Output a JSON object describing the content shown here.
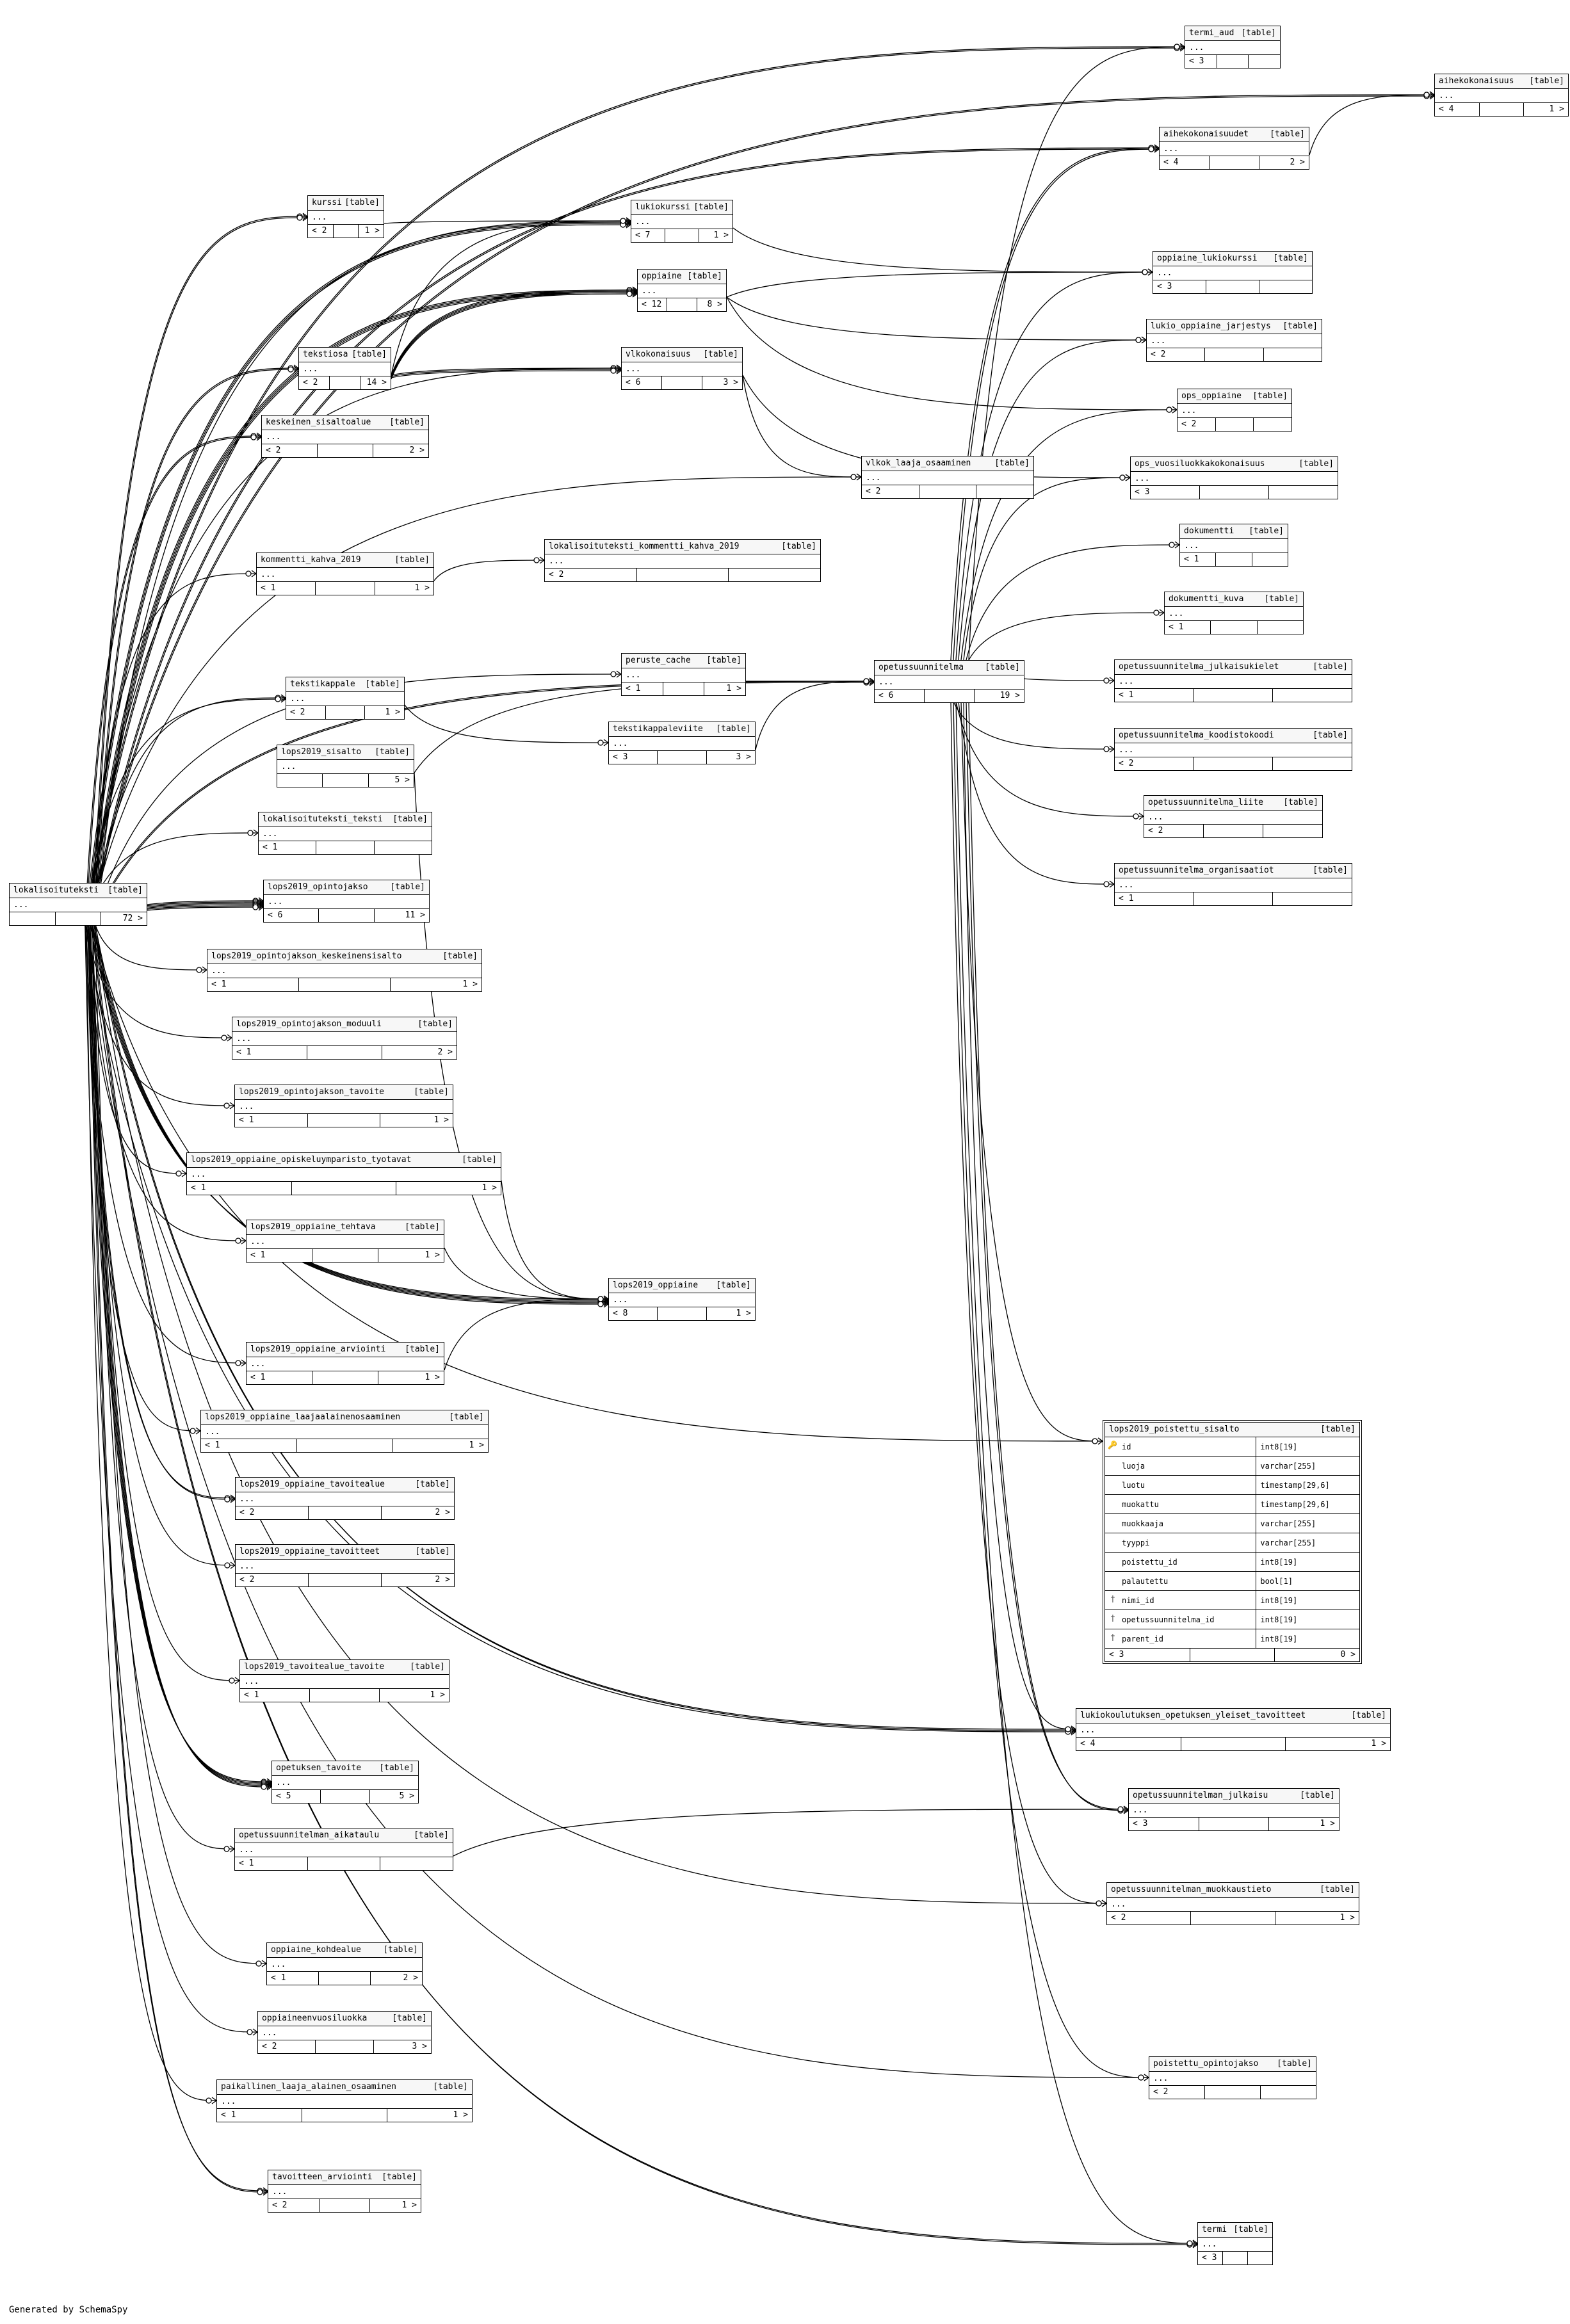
{
  "footer_text": "Generated by SchemaSpy",
  "table_badge": "[table]",
  "tables": [
    {
      "id": "termi_aud",
      "name": "termi_aud",
      "body": "...",
      "left": "< 3",
      "right": ""
    },
    {
      "id": "aihekokonaisuus",
      "name": "aihekokonaisuus",
      "body": "...",
      "left": "< 4",
      "right": "1 >"
    },
    {
      "id": "aihekokonaisuudet",
      "name": "aihekokonaisuudet",
      "body": "...",
      "left": "< 4",
      "right": "2 >"
    },
    {
      "id": "kurssi",
      "name": "kurssi",
      "body": "...",
      "left": "< 2",
      "right": "1 >"
    },
    {
      "id": "lukiokurssi",
      "name": "lukiokurssi",
      "body": "...",
      "left": "< 7",
      "right": "1 >"
    },
    {
      "id": "oppiaine",
      "name": "oppiaine",
      "body": "...",
      "left": "< 12",
      "right": "8 >"
    },
    {
      "id": "oppiaine_lukiokurssi",
      "name": "oppiaine_lukiokurssi",
      "body": "...",
      "left": "< 3",
      "right": ""
    },
    {
      "id": "lukio_oppiaine_jarjestys",
      "name": "lukio_oppiaine_jarjestys",
      "body": "...",
      "left": "< 2",
      "right": ""
    },
    {
      "id": "tekstiosa",
      "name": "tekstiosa",
      "body": "...",
      "left": "< 2",
      "right": "14 >"
    },
    {
      "id": "vlkokonaisuus",
      "name": "vlkokonaisuus",
      "body": "...",
      "left": "< 6",
      "right": "3 >"
    },
    {
      "id": "ops_oppiaine",
      "name": "ops_oppiaine",
      "body": "...",
      "left": "< 2",
      "right": ""
    },
    {
      "id": "keskeinen_sisaltoalue",
      "name": "keskeinen_sisaltoalue",
      "body": "...",
      "left": "< 2",
      "right": "2 >"
    },
    {
      "id": "vlkok_laaja_osaaminen",
      "name": "vlkok_laaja_osaaminen",
      "body": "...",
      "left": "< 2",
      "right": ""
    },
    {
      "id": "ops_vuosiluokkakokonaisuus",
      "name": "ops_vuosiluokkakokonaisuus",
      "body": "...",
      "left": "< 3",
      "right": ""
    },
    {
      "id": "dokumentti",
      "name": "dokumentti",
      "body": "...",
      "left": "< 1",
      "right": ""
    },
    {
      "id": "kommentti_kahva_2019",
      "name": "kommentti_kahva_2019",
      "body": "...",
      "left": "< 1",
      "right": "1 >"
    },
    {
      "id": "lokalisoituteksti_kommentti_kahva_2019",
      "name": "lokalisoituteksti_kommentti_kahva_2019",
      "body": "...",
      "left": "< 2",
      "right": ""
    },
    {
      "id": "dokumentti_kuva",
      "name": "dokumentti_kuva",
      "body": "...",
      "left": "< 1",
      "right": ""
    },
    {
      "id": "peruste_cache",
      "name": "peruste_cache",
      "body": "...",
      "left": "< 1",
      "right": "1 >"
    },
    {
      "id": "opetussuunnitelma",
      "name": "opetussuunnitelma",
      "body": "...",
      "left": "< 6",
      "right": "19 >"
    },
    {
      "id": "opetussuunnitelma_julkaisukielet",
      "name": "opetussuunnitelma_julkaisukielet",
      "body": "...",
      "left": "< 1",
      "right": ""
    },
    {
      "id": "tekstikappale",
      "name": "tekstikappale",
      "body": "...",
      "left": "< 2",
      "right": "1 >"
    },
    {
      "id": "tekstikappaleviite",
      "name": "tekstikappaleviite",
      "body": "...",
      "left": "< 3",
      "right": "3 >"
    },
    {
      "id": "opetussuunnitelma_koodistokoodi",
      "name": "opetussuunnitelma_koodistokoodi",
      "body": "...",
      "left": "< 2",
      "right": ""
    },
    {
      "id": "lops2019_sisalto",
      "name": "lops2019_sisalto",
      "body": "...",
      "left": "",
      "right": "5 >"
    },
    {
      "id": "opetussuunnitelma_liite",
      "name": "opetussuunnitelma_liite",
      "body": "...",
      "left": "< 2",
      "right": ""
    },
    {
      "id": "lokalisoituteksti_teksti",
      "name": "lokalisoituteksti_teksti",
      "body": "...",
      "left": "< 1",
      "right": ""
    },
    {
      "id": "opetussuunnitelma_organisaatiot",
      "name": "opetussuunnitelma_organisaatiot",
      "body": "...",
      "left": "< 1",
      "right": ""
    },
    {
      "id": "lokalisoituteksti",
      "name": "lokalisoituteksti",
      "body": "...",
      "left": "",
      "right": "72 >"
    },
    {
      "id": "lops2019_opintojakso",
      "name": "lops2019_opintojakso",
      "body": "...",
      "left": "< 6",
      "right": "11 >"
    },
    {
      "id": "lops2019_opintojakson_keskeinensisalto",
      "name": "lops2019_opintojakson_keskeinensisalto",
      "body": "...",
      "left": "< 1",
      "right": "1 >"
    },
    {
      "id": "lops2019_opintojakson_moduuli",
      "name": "lops2019_opintojakson_moduuli",
      "body": "...",
      "left": "< 1",
      "right": "2 >"
    },
    {
      "id": "lops2019_opintojakson_tavoite",
      "name": "lops2019_opintojakson_tavoite",
      "body": "...",
      "left": "< 1",
      "right": "1 >"
    },
    {
      "id": "lops2019_oppiaine_opiskeluymparisto_tyotavat",
      "name": "lops2019_oppiaine_opiskeluymparisto_tyotavat",
      "body": "...",
      "left": "< 1",
      "right": "1 >"
    },
    {
      "id": "lops2019_oppiaine_tehtava",
      "name": "lops2019_oppiaine_tehtava",
      "body": "...",
      "left": "< 1",
      "right": "1 >"
    },
    {
      "id": "lops2019_oppiaine",
      "name": "lops2019_oppiaine",
      "body": "...",
      "left": "< 8",
      "right": "1 >"
    },
    {
      "id": "lops2019_oppiaine_arviointi",
      "name": "lops2019_oppiaine_arviointi",
      "body": "...",
      "left": "< 1",
      "right": "1 >"
    },
    {
      "id": "lops2019_oppiaine_laajaalainenosaaminen",
      "name": "lops2019_oppiaine_laajaalainenosaaminen",
      "body": "...",
      "left": "< 1",
      "right": "1 >"
    },
    {
      "id": "lops2019_oppiaine_tavoitealue",
      "name": "lops2019_oppiaine_tavoitealue",
      "body": "...",
      "left": "< 2",
      "right": "2 >"
    },
    {
      "id": "lops2019_oppiaine_tavoitteet",
      "name": "lops2019_oppiaine_tavoitteet",
      "body": "...",
      "left": "< 2",
      "right": "2 >"
    },
    {
      "id": "lops2019_tavoitealue_tavoite",
      "name": "lops2019_tavoitealue_tavoite",
      "body": "...",
      "left": "< 1",
      "right": "1 >"
    },
    {
      "id": "lukiokoulutuksen_opetuksen_yleiset_tavoitteet",
      "name": "lukiokoulutuksen_opetuksen_yleiset_tavoitteet",
      "body": "...",
      "left": "< 4",
      "right": "1 >"
    },
    {
      "id": "opetuksen_tavoite",
      "name": "opetuksen_tavoite",
      "body": "...",
      "left": "< 5",
      "right": "5 >"
    },
    {
      "id": "opetussuunnitelman_julkaisu",
      "name": "opetussuunnitelman_julkaisu",
      "body": "...",
      "left": "< 3",
      "right": "1 >"
    },
    {
      "id": "opetussuunnitelman_aikataulu",
      "name": "opetussuunnitelman_aikataulu",
      "body": "...",
      "left": "< 1",
      "right": ""
    },
    {
      "id": "opetussuunnitelman_muokkaustieto",
      "name": "opetussuunnitelman_muokkaustieto",
      "body": "...",
      "left": "< 2",
      "right": "1 >"
    },
    {
      "id": "oppiaine_kohdealue",
      "name": "oppiaine_kohdealue",
      "body": "...",
      "left": "< 1",
      "right": "2 >"
    },
    {
      "id": "oppiaineenvuosiluokka",
      "name": "oppiaineenvuosiluokka",
      "body": "...",
      "left": "< 2",
      "right": "3 >"
    },
    {
      "id": "paikallinen_laaja_alainen_osaaminen",
      "name": "paikallinen_laaja_alainen_osaaminen",
      "body": "...",
      "left": "< 1",
      "right": "1 >"
    },
    {
      "id": "poistettu_opintojakso",
      "name": "poistettu_opintojakso",
      "body": "...",
      "left": "< 2",
      "right": ""
    },
    {
      "id": "tavoitteen_arviointi",
      "name": "tavoitteen_arviointi",
      "body": "...",
      "left": "< 2",
      "right": "1 >"
    },
    {
      "id": "termi",
      "name": "termi",
      "body": "...",
      "left": "< 3",
      "right": ""
    }
  ],
  "detail_table": {
    "name": "lops2019_poistettu_sisalto",
    "badge": "[table]",
    "columns": [
      {
        "name": "id",
        "type": "int8[19]",
        "key": "pk"
      },
      {
        "name": "luoja",
        "type": "varchar[255]",
        "key": ""
      },
      {
        "name": "luotu",
        "type": "timestamp[29,6]",
        "key": ""
      },
      {
        "name": "muokattu",
        "type": "timestamp[29,6]",
        "key": ""
      },
      {
        "name": "muokkaaja",
        "type": "varchar[255]",
        "key": ""
      },
      {
        "name": "tyyppi",
        "type": "varchar[255]",
        "key": ""
      },
      {
        "name": "poistettu_id",
        "type": "int8[19]",
        "key": ""
      },
      {
        "name": "palautettu",
        "type": "bool[1]",
        "key": ""
      },
      {
        "name": "nimi_id",
        "type": "int8[19]",
        "key": "fk"
      },
      {
        "name": "opetussuunnitelma_id",
        "type": "int8[19]",
        "key": "fk"
      },
      {
        "name": "parent_id",
        "type": "int8[19]",
        "key": "fk"
      }
    ],
    "left": "< 3",
    "right": "0 >"
  },
  "relations": [
    [
      "lokalisoituteksti",
      "termi_aud"
    ],
    [
      "lokalisoituteksti",
      "termi_aud"
    ],
    [
      "lokalisoituteksti",
      "aihekokonaisuus"
    ],
    [
      "lokalisoituteksti",
      "aihekokonaisuus"
    ],
    [
      "lokalisoituteksti",
      "aihekokonaisuudet"
    ],
    [
      "lokalisoituteksti",
      "aihekokonaisuudet"
    ],
    [
      "lokalisoituteksti",
      "kurssi"
    ],
    [
      "lokalisoituteksti",
      "kurssi"
    ],
    [
      "lokalisoituteksti",
      "lukiokurssi"
    ],
    [
      "lokalisoituteksti",
      "lukiokurssi"
    ],
    [
      "lokalisoituteksti",
      "lukiokurssi"
    ],
    [
      "lokalisoituteksti",
      "lukiokurssi"
    ],
    [
      "lokalisoituteksti",
      "oppiaine"
    ],
    [
      "lokalisoituteksti",
      "oppiaine"
    ],
    [
      "lokalisoituteksti",
      "oppiaine"
    ],
    [
      "lokalisoituteksti",
      "oppiaine"
    ],
    [
      "lokalisoituteksti",
      "tekstiosa"
    ],
    [
      "lokalisoituteksti",
      "tekstiosa"
    ],
    [
      "lokalisoituteksti",
      "keskeinen_sisaltoalue"
    ],
    [
      "lokalisoituteksti",
      "keskeinen_sisaltoalue"
    ],
    [
      "lokalisoituteksti",
      "vlkokonaisuus"
    ],
    [
      "lokalisoituteksti",
      "vlkok_laaja_osaaminen"
    ],
    [
      "lokalisoituteksti",
      "kommentti_kahva_2019"
    ],
    [
      "lokalisoituteksti",
      "opetussuunnitelma"
    ],
    [
      "lokalisoituteksti",
      "opetussuunnitelma"
    ],
    [
      "lokalisoituteksti",
      "peruste_cache"
    ],
    [
      "lokalisoituteksti",
      "tekstikappale"
    ],
    [
      "lokalisoituteksti",
      "tekstikappale"
    ],
    [
      "lokalisoituteksti",
      "lokalisoituteksti_teksti"
    ],
    [
      "lokalisoituteksti",
      "lops2019_opintojakso"
    ],
    [
      "lokalisoituteksti",
      "lops2019_opintojakso"
    ],
    [
      "lokalisoituteksti",
      "lops2019_opintojakso"
    ],
    [
      "lokalisoituteksti",
      "lops2019_opintojakso"
    ],
    [
      "lokalisoituteksti",
      "lops2019_opintojakso"
    ],
    [
      "lokalisoituteksti",
      "lops2019_opintojakso"
    ],
    [
      "lokalisoituteksti",
      "lops2019_opintojakson_keskeinensisalto"
    ],
    [
      "lokalisoituteksti",
      "lops2019_opintojakson_moduuli"
    ],
    [
      "lokalisoituteksti",
      "lops2019_opintojakson_tavoite"
    ],
    [
      "lokalisoituteksti",
      "lops2019_oppiaine_opiskeluymparisto_tyotavat"
    ],
    [
      "lokalisoituteksti",
      "lops2019_oppiaine_tehtava"
    ],
    [
      "lokalisoituteksti",
      "lops2019_oppiaine"
    ],
    [
      "lokalisoituteksti",
      "lops2019_oppiaine"
    ],
    [
      "lokalisoituteksti",
      "lops2019_oppiaine"
    ],
    [
      "lokalisoituteksti",
      "lops2019_oppiaine"
    ],
    [
      "lokalisoituteksti",
      "lops2019_oppiaine"
    ],
    [
      "lokalisoituteksti",
      "lops2019_oppiaine_arviointi"
    ],
    [
      "lokalisoituteksti",
      "lops2019_oppiaine_laajaalainenosaaminen"
    ],
    [
      "lokalisoituteksti",
      "lops2019_oppiaine_tavoitealue"
    ],
    [
      "lokalisoituteksti",
      "lops2019_oppiaine_tavoitealue"
    ],
    [
      "lokalisoituteksti",
      "lops2019_oppiaine_tavoitteet"
    ],
    [
      "lokalisoituteksti",
      "lops2019_poistettu_sisalto"
    ],
    [
      "lokalisoituteksti",
      "lops2019_tavoitealue_tavoite"
    ],
    [
      "lokalisoituteksti",
      "lukiokoulutuksen_opetuksen_yleiset_tavoitteet"
    ],
    [
      "lokalisoituteksti",
      "lukiokoulutuksen_opetuksen_yleiset_tavoitteet"
    ],
    [
      "lokalisoituteksti",
      "lukiokoulutuksen_opetuksen_yleiset_tavoitteet"
    ],
    [
      "lokalisoituteksti",
      "opetuksen_tavoite"
    ],
    [
      "lokalisoituteksti",
      "opetuksen_tavoite"
    ],
    [
      "lokalisoituteksti",
      "opetuksen_tavoite"
    ],
    [
      "lokalisoituteksti",
      "opetuksen_tavoite"
    ],
    [
      "lokalisoituteksti",
      "opetuksen_tavoite"
    ],
    [
      "lokalisoituteksti",
      "opetussuunnitelman_aikataulu"
    ],
    [
      "lokalisoituteksti",
      "opetussuunnitelman_muokkaustieto"
    ],
    [
      "lokalisoituteksti",
      "oppiaine_kohdealue"
    ],
    [
      "lokalisoituteksti",
      "oppiaineenvuosiluokka"
    ],
    [
      "lokalisoituteksti",
      "paikallinen_laaja_alainen_osaaminen"
    ],
    [
      "lokalisoituteksti",
      "poistettu_opintojakso"
    ],
    [
      "lokalisoituteksti",
      "tavoitteen_arviointi"
    ],
    [
      "lokalisoituteksti",
      "tavoitteen_arviointi"
    ],
    [
      "lokalisoituteksti",
      "termi"
    ],
    [
      "lokalisoituteksti",
      "termi"
    ],
    [
      "aihekokonaisuudet",
      "aihekokonaisuus"
    ],
    [
      "kurssi",
      "lukiokurssi"
    ],
    [
      "lukiokurssi",
      "oppiaine_lukiokurssi"
    ],
    [
      "oppiaine",
      "oppiaine_lukiokurssi"
    ],
    [
      "oppiaine",
      "lukio_oppiaine_jarjestys"
    ],
    [
      "oppiaine",
      "ops_oppiaine"
    ],
    [
      "tekstiosa",
      "lukiokurssi"
    ],
    [
      "tekstiosa",
      "oppiaine"
    ],
    [
      "tekstiosa",
      "oppiaine"
    ],
    [
      "tekstiosa",
      "oppiaine"
    ],
    [
      "tekstiosa",
      "oppiaine"
    ],
    [
      "tekstiosa",
      "vlkokonaisuus"
    ],
    [
      "tekstiosa",
      "vlkokonaisuus"
    ],
    [
      "tekstiosa",
      "vlkokonaisuus"
    ],
    [
      "vlkokonaisuus",
      "vlkok_laaja_osaaminen"
    ],
    [
      "vlkokonaisuus",
      "ops_vuosiluokkakokonaisuus"
    ],
    [
      "kommentti_kahva_2019",
      "lokalisoituteksti_kommentti_kahva_2019"
    ],
    [
      "peruste_cache",
      "opetussuunnitelma"
    ],
    [
      "tekstikappale",
      "tekstikappaleviite"
    ],
    [
      "tekstikappaleviite",
      "opetussuunnitelma"
    ],
    [
      "lops2019_sisalto",
      "opetussuunnitelma"
    ],
    [
      "lops2019_sisalto",
      "lops2019_oppiaine"
    ],
    [
      "lops2019_oppiaine_opiskeluymparisto_tyotavat",
      "lops2019_oppiaine"
    ],
    [
      "lops2019_oppiaine_tehtava",
      "lops2019_oppiaine"
    ],
    [
      "lops2019_oppiaine_arviointi",
      "lops2019_oppiaine"
    ],
    [
      "opetussuunnitelma",
      "termi_aud"
    ],
    [
      "opetussuunnitelma",
      "aihekokonaisuudet"
    ],
    [
      "opetussuunnitelma",
      "aihekokonaisuudet"
    ],
    [
      "opetussuunnitelma",
      "oppiaine_lukiokurssi"
    ],
    [
      "opetussuunnitelma",
      "lukio_oppiaine_jarjestys"
    ],
    [
      "opetussuunnitelma",
      "ops_oppiaine"
    ],
    [
      "opetussuunnitelma",
      "ops_vuosiluokkakokonaisuus"
    ],
    [
      "opetussuunnitelma",
      "dokumentti"
    ],
    [
      "opetussuunnitelma",
      "dokumentti_kuva"
    ],
    [
      "opetussuunnitelma",
      "opetussuunnitelma_julkaisukielet"
    ],
    [
      "opetussuunnitelma",
      "opetussuunnitelma_koodistokoodi"
    ],
    [
      "opetussuunnitelma",
      "opetussuunnitelma_liite"
    ],
    [
      "opetussuunnitelma",
      "opetussuunnitelma_organisaatiot"
    ],
    [
      "opetussuunnitelma",
      "lops2019_poistettu_sisalto"
    ],
    [
      "opetussuunnitelma",
      "lukiokoulutuksen_opetuksen_yleiset_tavoitteet"
    ],
    [
      "opetussuunnitelma",
      "opetussuunnitelman_julkaisu"
    ],
    [
      "opetussuunnitelma",
      "opetussuunnitelman_julkaisu"
    ],
    [
      "opetussuunnitelma",
      "opetussuunnitelman_muokkaustieto"
    ],
    [
      "opetussuunnitelma",
      "poistettu_opintojakso"
    ],
    [
      "opetussuunnitelma",
      "termi"
    ],
    [
      "opetussuunnitelman_aikataulu",
      "opetussuunnitelman_julkaisu"
    ]
  ]
}
